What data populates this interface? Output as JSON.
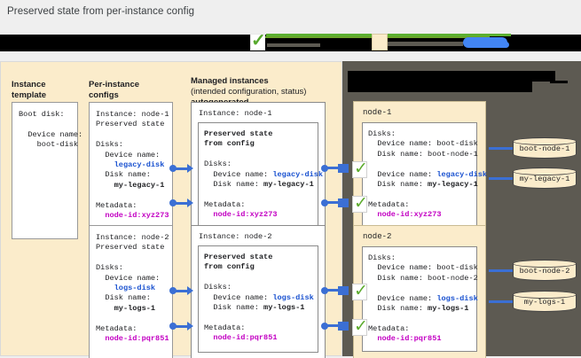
{
  "page": {
    "title": "Preserved state from per-instance config",
    "background": "#efefef"
  },
  "legend": {
    "redacted": true,
    "items": [
      {
        "icon": "checkmark-badge-icon",
        "label": ""
      },
      {
        "icon": "tan-box-icon",
        "label": ""
      },
      {
        "icon": "blue-blob-icon",
        "label": ""
      }
    ]
  },
  "colors": {
    "panel_left_bg": "#fbeccb",
    "panel_right_bg": "#5d5a52",
    "accent_blue": "#1a52d0",
    "accent_magenta": "#c300c3",
    "check_green": "#5cab2d",
    "connector_blue": "#3b6fd4"
  },
  "columns": {
    "instance_template": {
      "line1": "Instance",
      "line2": "template"
    },
    "per_instance_configs": {
      "line1": "Per-instance",
      "line2": "configs"
    },
    "managed_instances": {
      "line1": "Managed instances",
      "line2": "(intended configuration, status)",
      "line3": "autogenerated"
    },
    "right_header": {
      "redacted": true,
      "text": ""
    }
  },
  "instance_template": {
    "body": "Boot disk:\n\n  Device name:\n    boot-disk"
  },
  "per_instance_configs": [
    {
      "header": "Instance: node-1\nPreserved state",
      "disks_label": "Disks:",
      "device_name_label": "  Device name:",
      "device_name_value": "    legacy-disk",
      "disk_name_label": "  Disk name:",
      "disk_name_value": "    my-legacy-1",
      "metadata_label": "Metadata:",
      "metadata_value": "  node-id:xyz273"
    },
    {
      "header": "Instance: node-2\nPreserved state",
      "disks_label": "Disks:",
      "device_name_label": "  Device name:",
      "device_name_value": "    logs-disk",
      "disk_name_label": "  Disk name:",
      "disk_name_value": "    my-logs-1",
      "metadata_label": "Metadata:",
      "metadata_value": "  node-id:pqr851"
    }
  ],
  "managed_instances": [
    {
      "title": "Instance: node-1",
      "preserved": "Preserved state\nfrom config",
      "disks_label": "Disks:",
      "device_line_prefix": "  Device name: ",
      "device_name_value": "legacy-disk",
      "disk_line_prefix": "  Disk name: ",
      "disk_name_value": "my-legacy-1",
      "metadata_label": "Metadata:",
      "metadata_value": "  node-id:xyz273"
    },
    {
      "title": "Instance: node-2",
      "preserved": "Preserved state\nfrom config",
      "disks_label": "Disks:",
      "device_line_prefix": "  Device name: ",
      "device_name_value": "logs-disk",
      "disk_line_prefix": "  Disk name: ",
      "disk_name_value": "my-logs-1",
      "metadata_label": "Metadata:",
      "metadata_value": "  node-id:pqr851"
    }
  ],
  "nodes": [
    {
      "title": "node-1",
      "disks_label": "Disks:",
      "boot_device_line": "  Device name: boot-disk",
      "boot_disk_line": "  Disk name: boot-node-1",
      "device_line_prefix": "  Device name: ",
      "device_name_value": "legacy-disk",
      "disk_line_prefix": "  Disk name: ",
      "disk_name_value": "my-legacy-1",
      "metadata_label": "Metadata:",
      "metadata_value": "  node-id:xyz273",
      "disks": [
        "boot-node-1",
        "my-legacy-1"
      ]
    },
    {
      "title": "node-2",
      "disks_label": "Disks:",
      "boot_device_line": "  Device name: boot-disk",
      "boot_disk_line": "  Disk name: boot-node-2",
      "device_line_prefix": "  Device name: ",
      "device_name_value": "logs-disk",
      "disk_line_prefix": "  Disk name: ",
      "disk_name_value": "my-logs-1",
      "metadata_label": "Metadata:",
      "metadata_value": "  node-id:pqr851",
      "disks": [
        "boot-node-2",
        "my-logs-1"
      ]
    }
  ]
}
